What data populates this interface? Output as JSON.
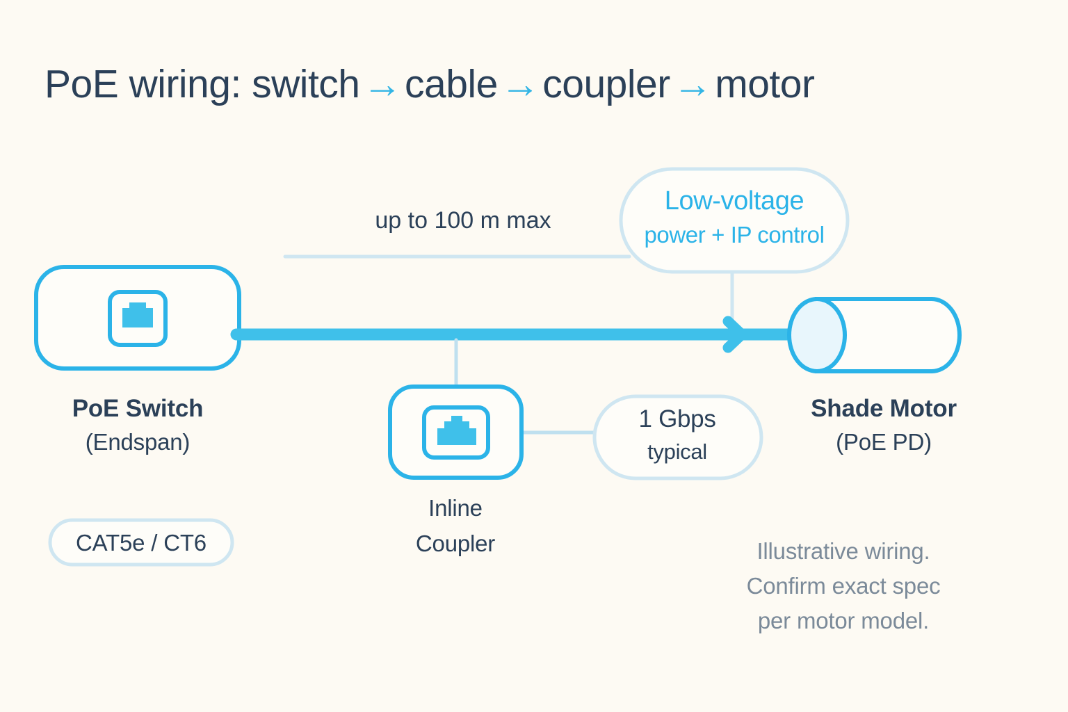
{
  "theme": {
    "background": "#fdfaf3",
    "ink": "#2b4058",
    "accent": "#2bb3e8",
    "accent_light": "#bfe4f2",
    "muted": "#7b8a99",
    "panel_fill": "#fefdf9",
    "cap_fill": "#e8f6fc"
  },
  "title": {
    "parts": [
      "PoE wiring: switch",
      "cable",
      "coupler",
      "motor"
    ],
    "arrow": "→",
    "full_text": "PoE wiring: switch → cable → coupler → motor"
  },
  "span": {
    "label": "up to 100 m max"
  },
  "callout": {
    "line1": "Low-voltage",
    "line2": "power + IP control"
  },
  "nodes": {
    "switch": {
      "title": "PoE Switch",
      "subtitle": "(Endspan)",
      "icon": "rj45-jack-icon"
    },
    "coupler": {
      "title": "Inline",
      "subtitle": "Coupler",
      "icon": "rj45-jack-icon"
    },
    "motor": {
      "title": "Shade Motor",
      "subtitle": "(PoE PD)",
      "icon": "motor-cylinder-icon"
    }
  },
  "badges": {
    "cable_type": "CAT5e / CT6",
    "speed_line1": "1 Gbps",
    "speed_line2": "typical"
  },
  "footnote": {
    "line1": "Illustrative wiring.",
    "line2": "Confirm exact spec",
    "line3": "per motor model."
  }
}
